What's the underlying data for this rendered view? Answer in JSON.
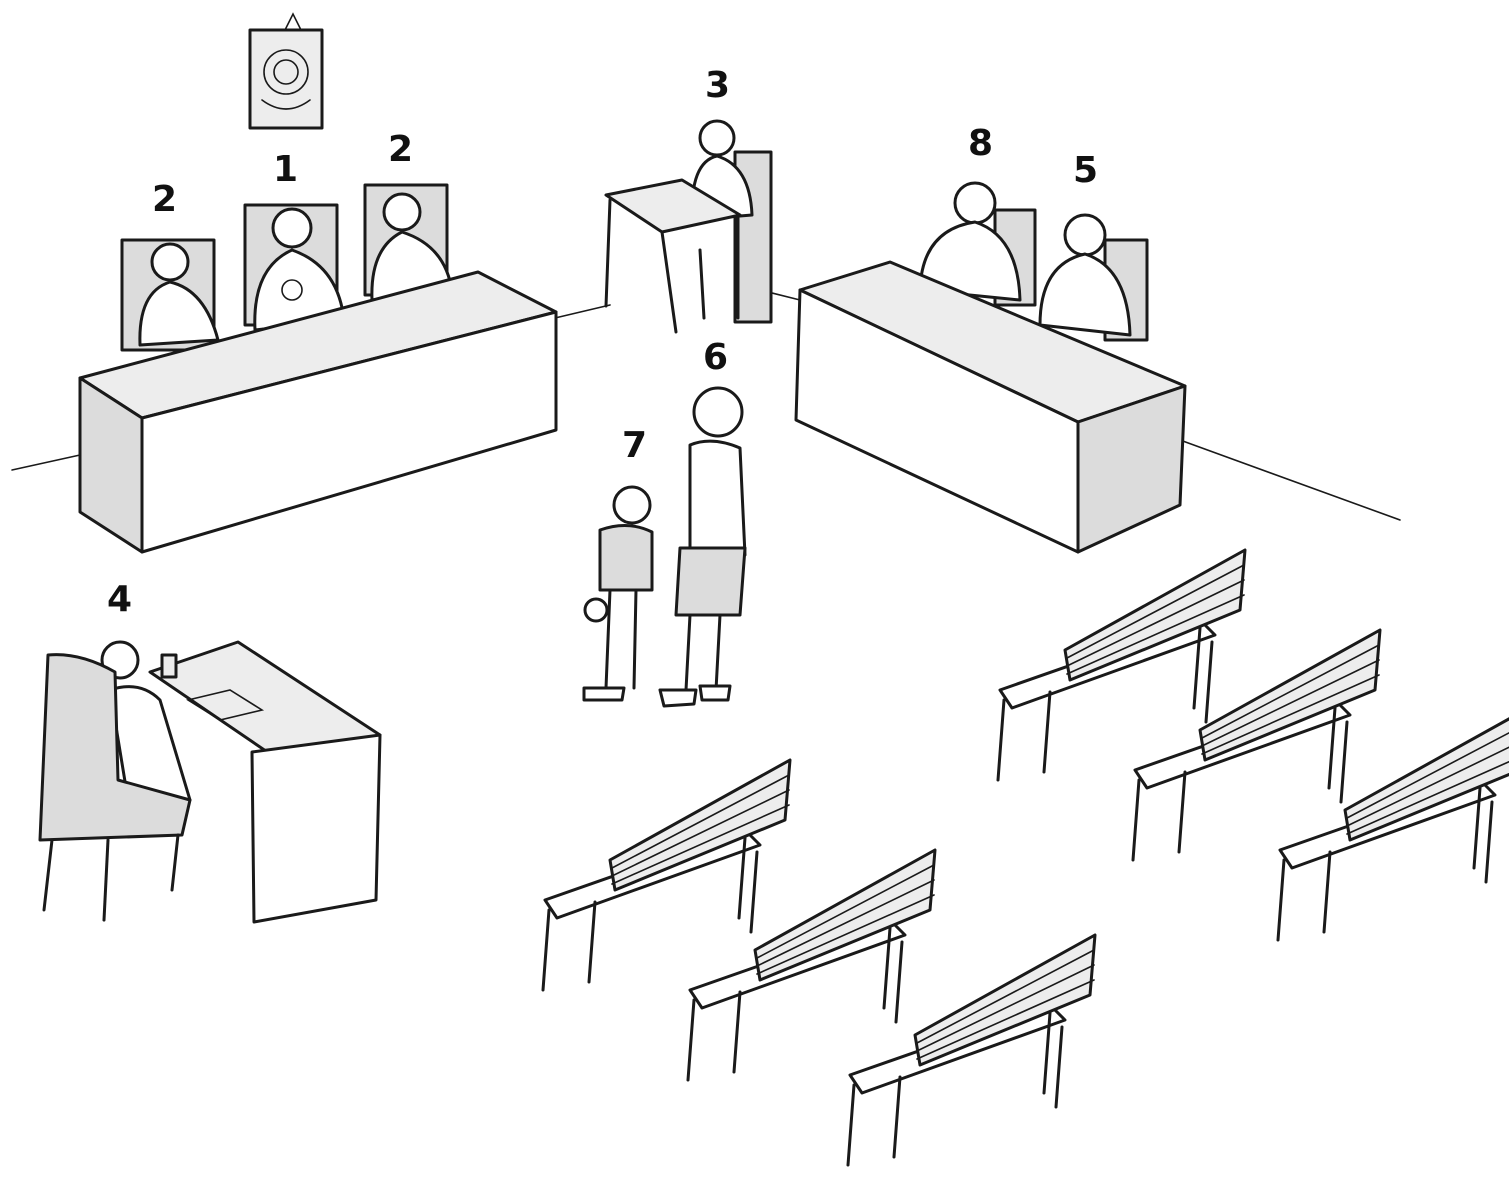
{
  "labels": {
    "judge": "1",
    "lay_judge_left": "2",
    "lay_judge_right": "2",
    "clerk": "3",
    "prosecutor": "4",
    "defence_lawyer": "5",
    "support_person": "6",
    "child_witness": "7",
    "defendant": "8"
  },
  "colors": {
    "ink": "#1a1a1a",
    "furniture_fill": "#dcdcdc",
    "background": "#ffffff"
  }
}
